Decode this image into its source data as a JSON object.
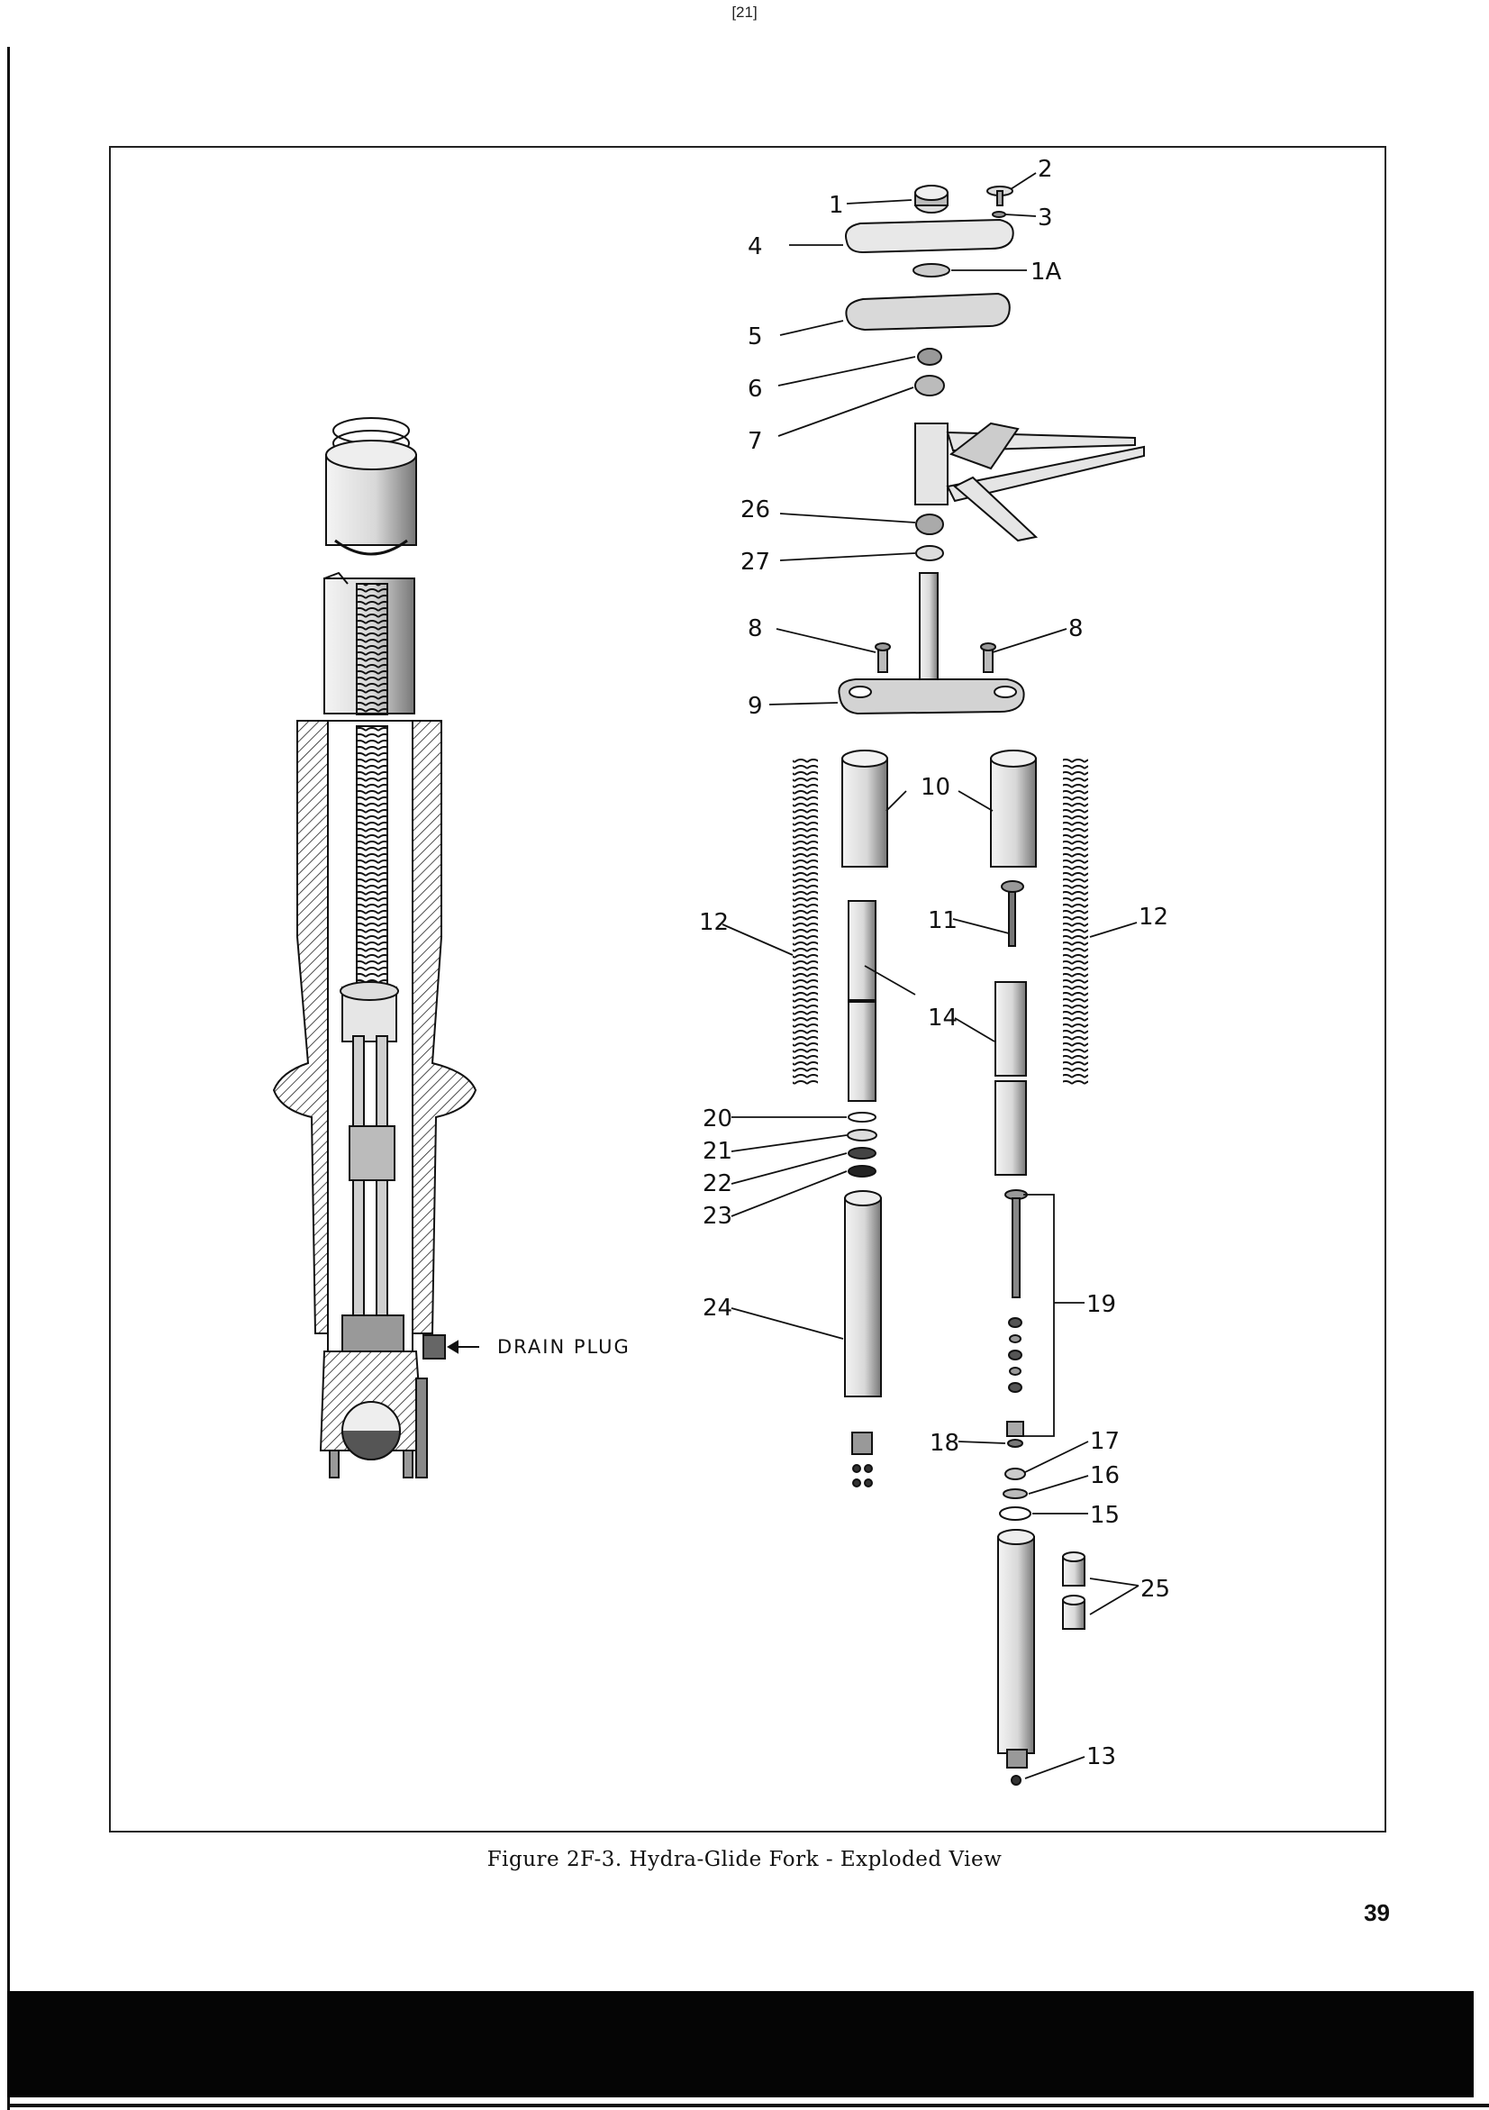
{
  "page": {
    "scan_label": "[21]",
    "caption": "Figure 2F-3. Hydra-Glide Fork - Exploded View",
    "page_number": "39"
  },
  "figure": {
    "drain_plug_label": "DRAIN PLUG",
    "callouts": {
      "c1": "1",
      "c1a": "1A",
      "c2": "2",
      "c3": "3",
      "c4": "4",
      "c5": "5",
      "c6": "6",
      "c7": "7",
      "c8l": "8",
      "c8r": "8",
      "c9": "9",
      "c10": "10",
      "c11": "11",
      "c12l": "12",
      "c12r": "12",
      "c13": "13",
      "c14": "14",
      "c15": "15",
      "c16": "16",
      "c17": "17",
      "c18": "18",
      "c19": "19",
      "c20": "20",
      "c21": "21",
      "c22": "22",
      "c23": "23",
      "c24": "24",
      "c25": "25",
      "c26": "26",
      "c27": "27"
    }
  }
}
